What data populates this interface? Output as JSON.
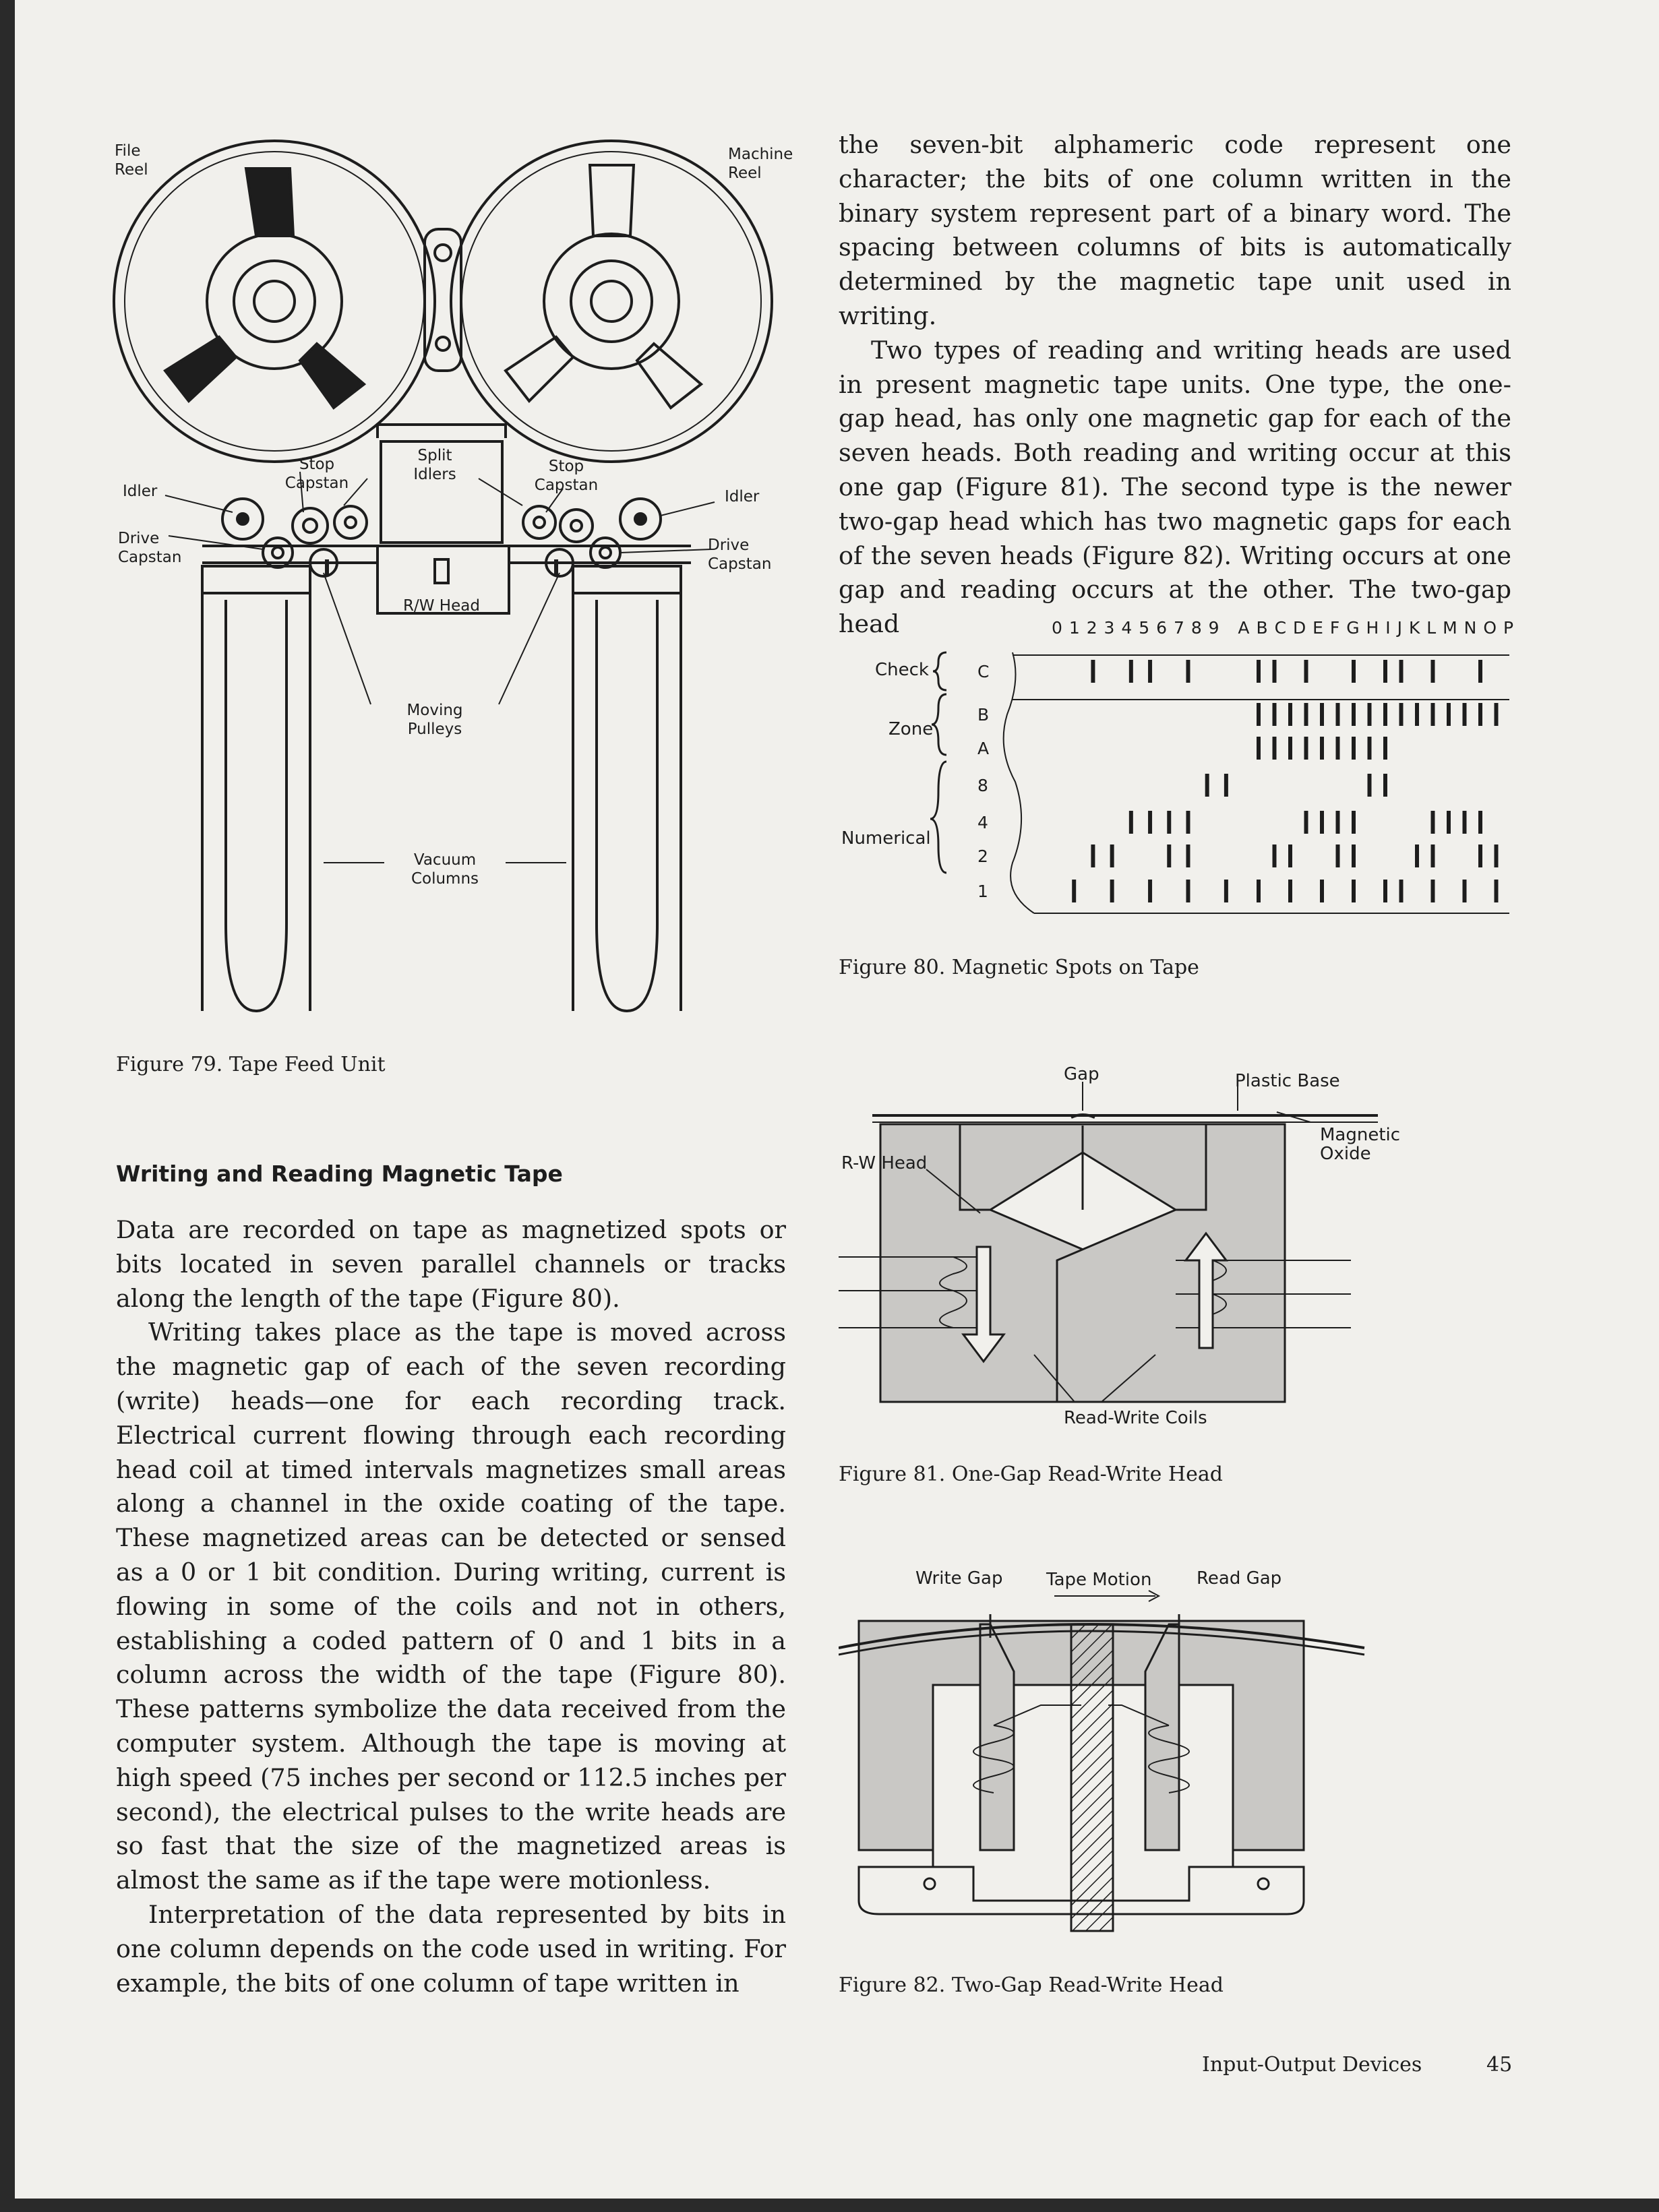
{
  "figure79": {
    "caption": "Figure 79. Tape Feed Unit",
    "labels": {
      "file_reel": "File\nReel",
      "machine_reel": "Machine\nReel",
      "idler_left": "Idler",
      "idler_right": "Idler",
      "drive_capstan_left": "Drive\nCapstan",
      "drive_capstan_right": "Drive\nCapstan",
      "stop_capstan_left": "Stop\nCapstan",
      "stop_capstan_right": "Stop\nCapstan",
      "split_idlers": "Split\nIdlers",
      "rw_head": "R/W Head",
      "moving_pulleys": "Moving\nPulleys",
      "vacuum_columns": "Vacuum\nColumns"
    }
  },
  "section": {
    "heading": "Writing and Reading Magnetic Tape",
    "paragraphs_left": [
      "Data are recorded on tape as magnetized spots or bits located in seven parallel channels or tracks along the length of the tape (Figure 80).",
      "Writing takes place as the tape is moved across the magnetic gap of each of the seven recording (write) heads—one for each recording track. Electrical current flowing through each recording head coil at timed intervals magnetizes small areas along a channel in the oxide coating of the tape. These magnetized areas can be detected or sensed as a 0 or 1 bit condition. During writing, current is flowing in some of the coils and not in others, establishing a coded pattern of 0 and 1 bits in a column across the width of the tape (Figure 80). These patterns symbolize the data received from the computer system. Although the tape is moving at high speed (75 inches per second or 112.5 inches per second), the electrical pulses to the write heads are so fast that the size of the magnetized areas is almost the same as if the tape were motionless.",
      "Interpretation of the data represented by bits in one column depends on the code used in writing. For example, the bits of one column of tape written in"
    ],
    "paragraphs_right": [
      "the seven-bit alphameric code represent one character; the bits of one column written in the binary system represent part of a binary word. The spacing between columns of bits is automatically determined by the magnetic tape unit used in writing.",
      "Two types of reading and writing heads are used in present magnetic tape units. One type, the one-gap head, has only one magnetic gap for each of the seven heads. Both reading and writing occur at this one gap (Figure 81). The second type is the newer two-gap head which has two magnetic gaps for each of the seven heads (Figure 82). Writing occurs at one gap and reading occurs at the other. The two-gap head"
    ]
  },
  "figure80": {
    "caption": "Figure 80. Magnetic Spots on Tape",
    "header": "0 1 2 3 4 5 6 7 8 9   A B C D E F G H I J K L M N O P",
    "groups": {
      "check": "Check",
      "zone": "Zone",
      "numerical": "Numerical"
    },
    "tracks": [
      "C",
      "B",
      "A",
      "8",
      "4",
      "2",
      "1"
    ],
    "characters": [
      "0",
      "1",
      "2",
      "3",
      "4",
      "5",
      "6",
      "7",
      "8",
      "9",
      "A",
      "B",
      "C",
      "D",
      "E",
      "F",
      "G",
      "H",
      "I",
      "J",
      "K",
      "L",
      "M",
      "N",
      "O",
      "P"
    ],
    "bits": {
      "C": "00101101001101001011010010",
      "B": "00000000001111111111111111",
      "A": "00000000001111111110000000",
      "8": "00000000110000000110000000",
      "4": "00001111000001111000011110",
      "2": "00110011000110011000110011",
      "1": "01010101011010101011010101"
    }
  },
  "figure81": {
    "caption": "Figure 81. One-Gap Read-Write Head",
    "labels": {
      "gap": "Gap",
      "plastic_base": "Plastic Base",
      "magnetic_oxide": "Magnetic\nOxide",
      "rw_head": "R-W Head",
      "coils": "Read-Write Coils"
    }
  },
  "figure82": {
    "caption": "Figure 82. Two-Gap Read-Write Head",
    "labels": {
      "write_gap": "Write Gap",
      "tape_motion": "Tape Motion",
      "read_gap": "Read Gap"
    }
  },
  "footer": {
    "section": "Input-Output Devices",
    "page_number": "45"
  },
  "colors": {
    "paper": "#f1f0ec",
    "ink": "#1d1d1d",
    "head_gray": "#c9c8c5",
    "tape_band": "#9e9c98"
  }
}
